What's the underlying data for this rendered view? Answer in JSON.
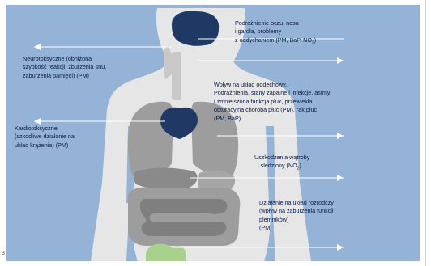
{
  "labels": {
    "eyes_nose_throat": {
      "lines": [
        "Podrażnienie oczu, nosa",
        "i gardła, problemy"
      ],
      "last_prefix": "z oddychaniem (PM, BaP, NO",
      "last_sub": "2",
      "last_suffix": ")"
    },
    "neurotoxic": {
      "lines": [
        "Neurotoksyczne (obniżona",
        "szybkość reakcji, zburzenia snu,",
        "zaburzenia pamięci) (PM)"
      ]
    },
    "respiratory": {
      "lines": [
        "Wpływ na układ oddechowy.",
        "Podrażnienia, stany zapalne i infekcje, astmy",
        "i zmniejszona funkcja płuc, przewlekła",
        "obturacyjna choroba płuc (PM), rak płuc",
        "(PM, BaP)"
      ]
    },
    "cardiotoxic": {
      "lines": [
        "Kardiotoksyczne",
        "(szkodliwe działanie na",
        "układ krążenia) (PM)"
      ]
    },
    "liver_spleen": {
      "lines": [
        "Uszkodzenia wątroby"
      ],
      "last_prefix": "i śledziony (NO",
      "last_sub": "2",
      "last_suffix": ")"
    },
    "reproductive": {
      "lines": [
        "Działanie na układ rozrodczy",
        "(wpływ na zaburzenia funkcji",
        "plemników)",
        "(PM)"
      ]
    }
  },
  "colors": {
    "background": "#95b3d7",
    "body": "#e6e6e6",
    "organs": "#9d9d9d",
    "organ_dark": "#7f7f7f",
    "brain_heart": "#1f3864",
    "prostate": "#a9d18e",
    "text": "#0a1a44",
    "leader": "#ffffff"
  },
  "corner_mark": "3"
}
